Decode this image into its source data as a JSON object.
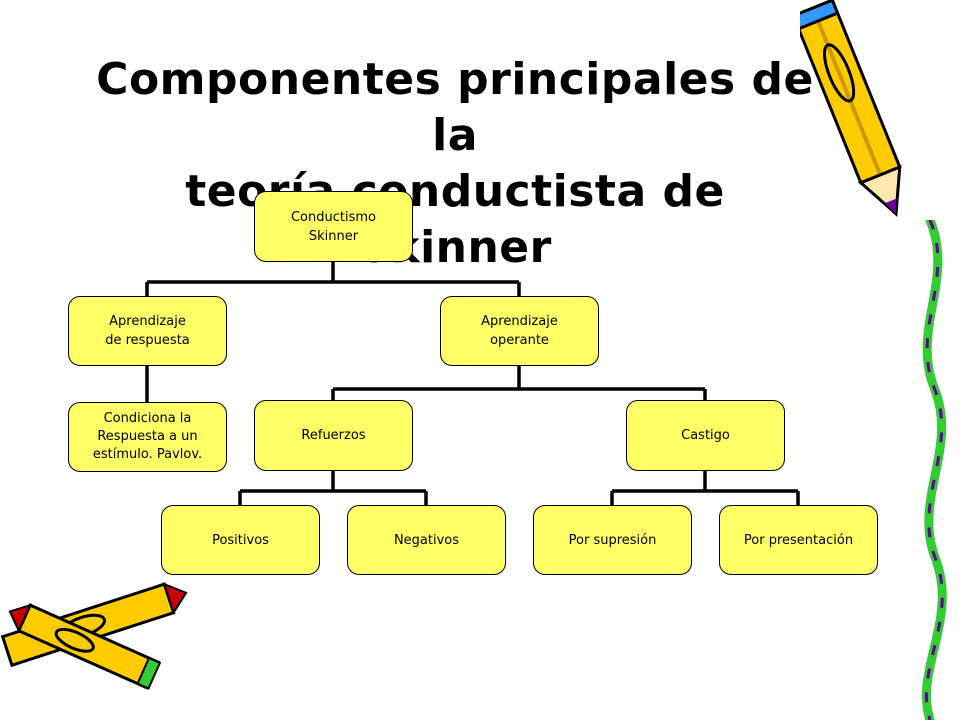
{
  "title": {
    "line1": "Componentes principales de la",
    "line2": "teoría conductista de Skinner"
  },
  "nodes": {
    "root": "Conductismo\nSkinner",
    "resp": "Aprendizaje\nde respuesta",
    "oper": "Aprendizaje\noperante",
    "pavlov": "Condiciona la\nRespuesta a un\nestímulo. Pavlov.",
    "ref": "Refuerzos",
    "cast": "Castigo",
    "pos": "Positivos",
    "neg": "Negativos",
    "sup": "Por supresión",
    "pres": "Por presentación"
  },
  "colors": {
    "node_fill": "#ffff66",
    "pencil_yellow": "#ffcc00",
    "pencil_tip": "#cc0000",
    "vine_green": "#33cc33",
    "vine_purple": "#660099"
  },
  "icons": [
    "pencil-icon",
    "crayon-icon",
    "vine-decoration"
  ]
}
